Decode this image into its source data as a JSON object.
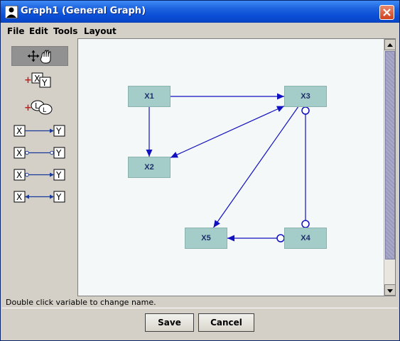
{
  "window": {
    "title": "Graph1 (General Graph)"
  },
  "menu": [
    "File",
    "Edit",
    "Tools",
    "Layout"
  ],
  "tools": [
    {
      "name": "move-select-icon"
    },
    {
      "name": "add-variable-icon",
      "label_a": "X",
      "label_b": "Y",
      "prefix": "+"
    },
    {
      "name": "add-latent-icon",
      "label_a": "L",
      "label_b": "L",
      "prefix": "+"
    },
    {
      "name": "directed-edge-icon",
      "from": "X",
      "to": "Y"
    },
    {
      "name": "nondirected-edge-icon",
      "from": "X",
      "to": "Y"
    },
    {
      "name": "partially-oriented-edge-icon",
      "from": "X",
      "to": "Y"
    },
    {
      "name": "bidirected-edge-icon",
      "from": "X",
      "to": "Y"
    }
  ],
  "graph": {
    "nodes": [
      {
        "id": "X1",
        "label": "X1"
      },
      {
        "id": "X2",
        "label": "X2"
      },
      {
        "id": "X3",
        "label": "X3"
      },
      {
        "id": "X4",
        "label": "X4"
      },
      {
        "id": "X5",
        "label": "X5"
      }
    ],
    "edges": [
      {
        "from": "X1",
        "to": "X3",
        "type": "directed"
      },
      {
        "from": "X1",
        "to": "X2",
        "type": "directed"
      },
      {
        "from": "X2",
        "to": "X3",
        "type": "bidirected"
      },
      {
        "from": "X3",
        "to": "X5",
        "type": "directed"
      },
      {
        "from": "X3",
        "to": "X4",
        "type": "nondirected"
      },
      {
        "from": "X4",
        "to": "X5",
        "type": "partially-oriented"
      }
    ]
  },
  "status_text": "Double click variable to change name.",
  "buttons": {
    "save": "Save",
    "cancel": "Cancel"
  },
  "colors": {
    "edge": "#1010c0",
    "node_fill": "#a4cdca",
    "title_bar": "#0a4fd6"
  }
}
